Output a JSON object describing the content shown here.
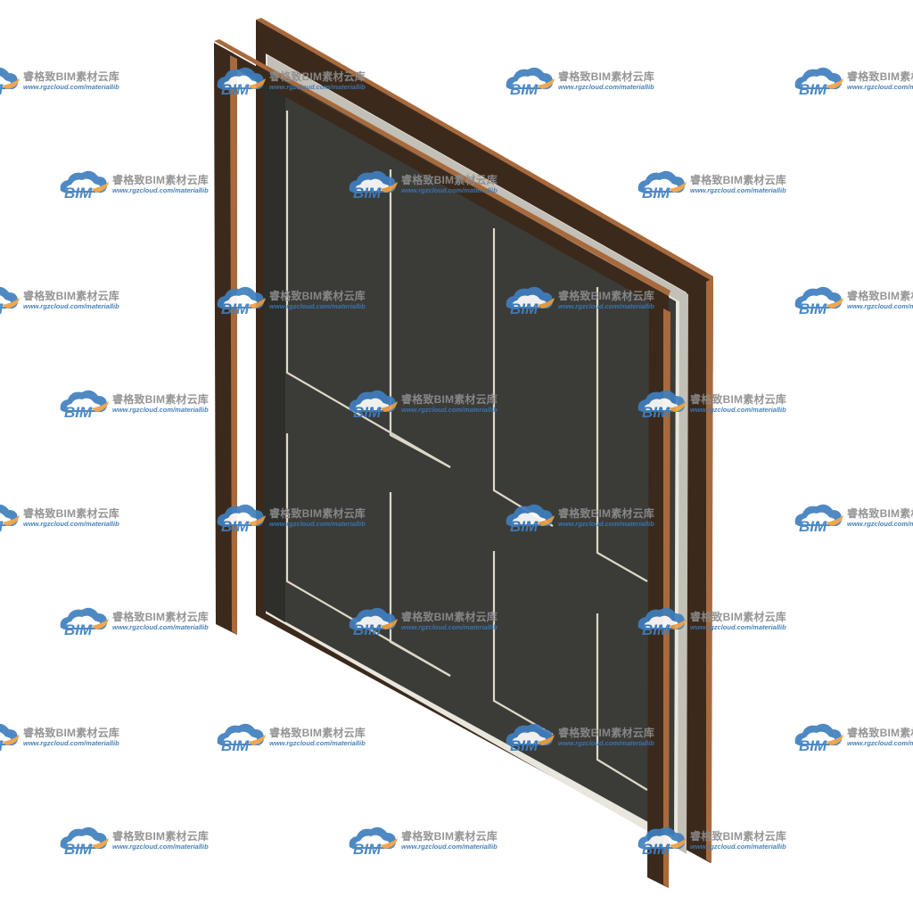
{
  "watermark": {
    "brand": "睿格致BIM素材云库",
    "url": "www.rgzcloud.com/materiallib",
    "logo_text": "BIM",
    "icon": "cloud-logo-icon"
  },
  "colors": {
    "background": "#ffffff",
    "frame_dark": "#3b2a1c",
    "frame_edge": "#a86a3c",
    "door_panel": "#3b3b38",
    "panel_groove": "#ddd8c8",
    "weatherstrip": "#b9b7ae",
    "logo_blue": "#3f7fc0",
    "logo_orange": "#f0a040",
    "brand_gray": "#8d8d8d"
  }
}
